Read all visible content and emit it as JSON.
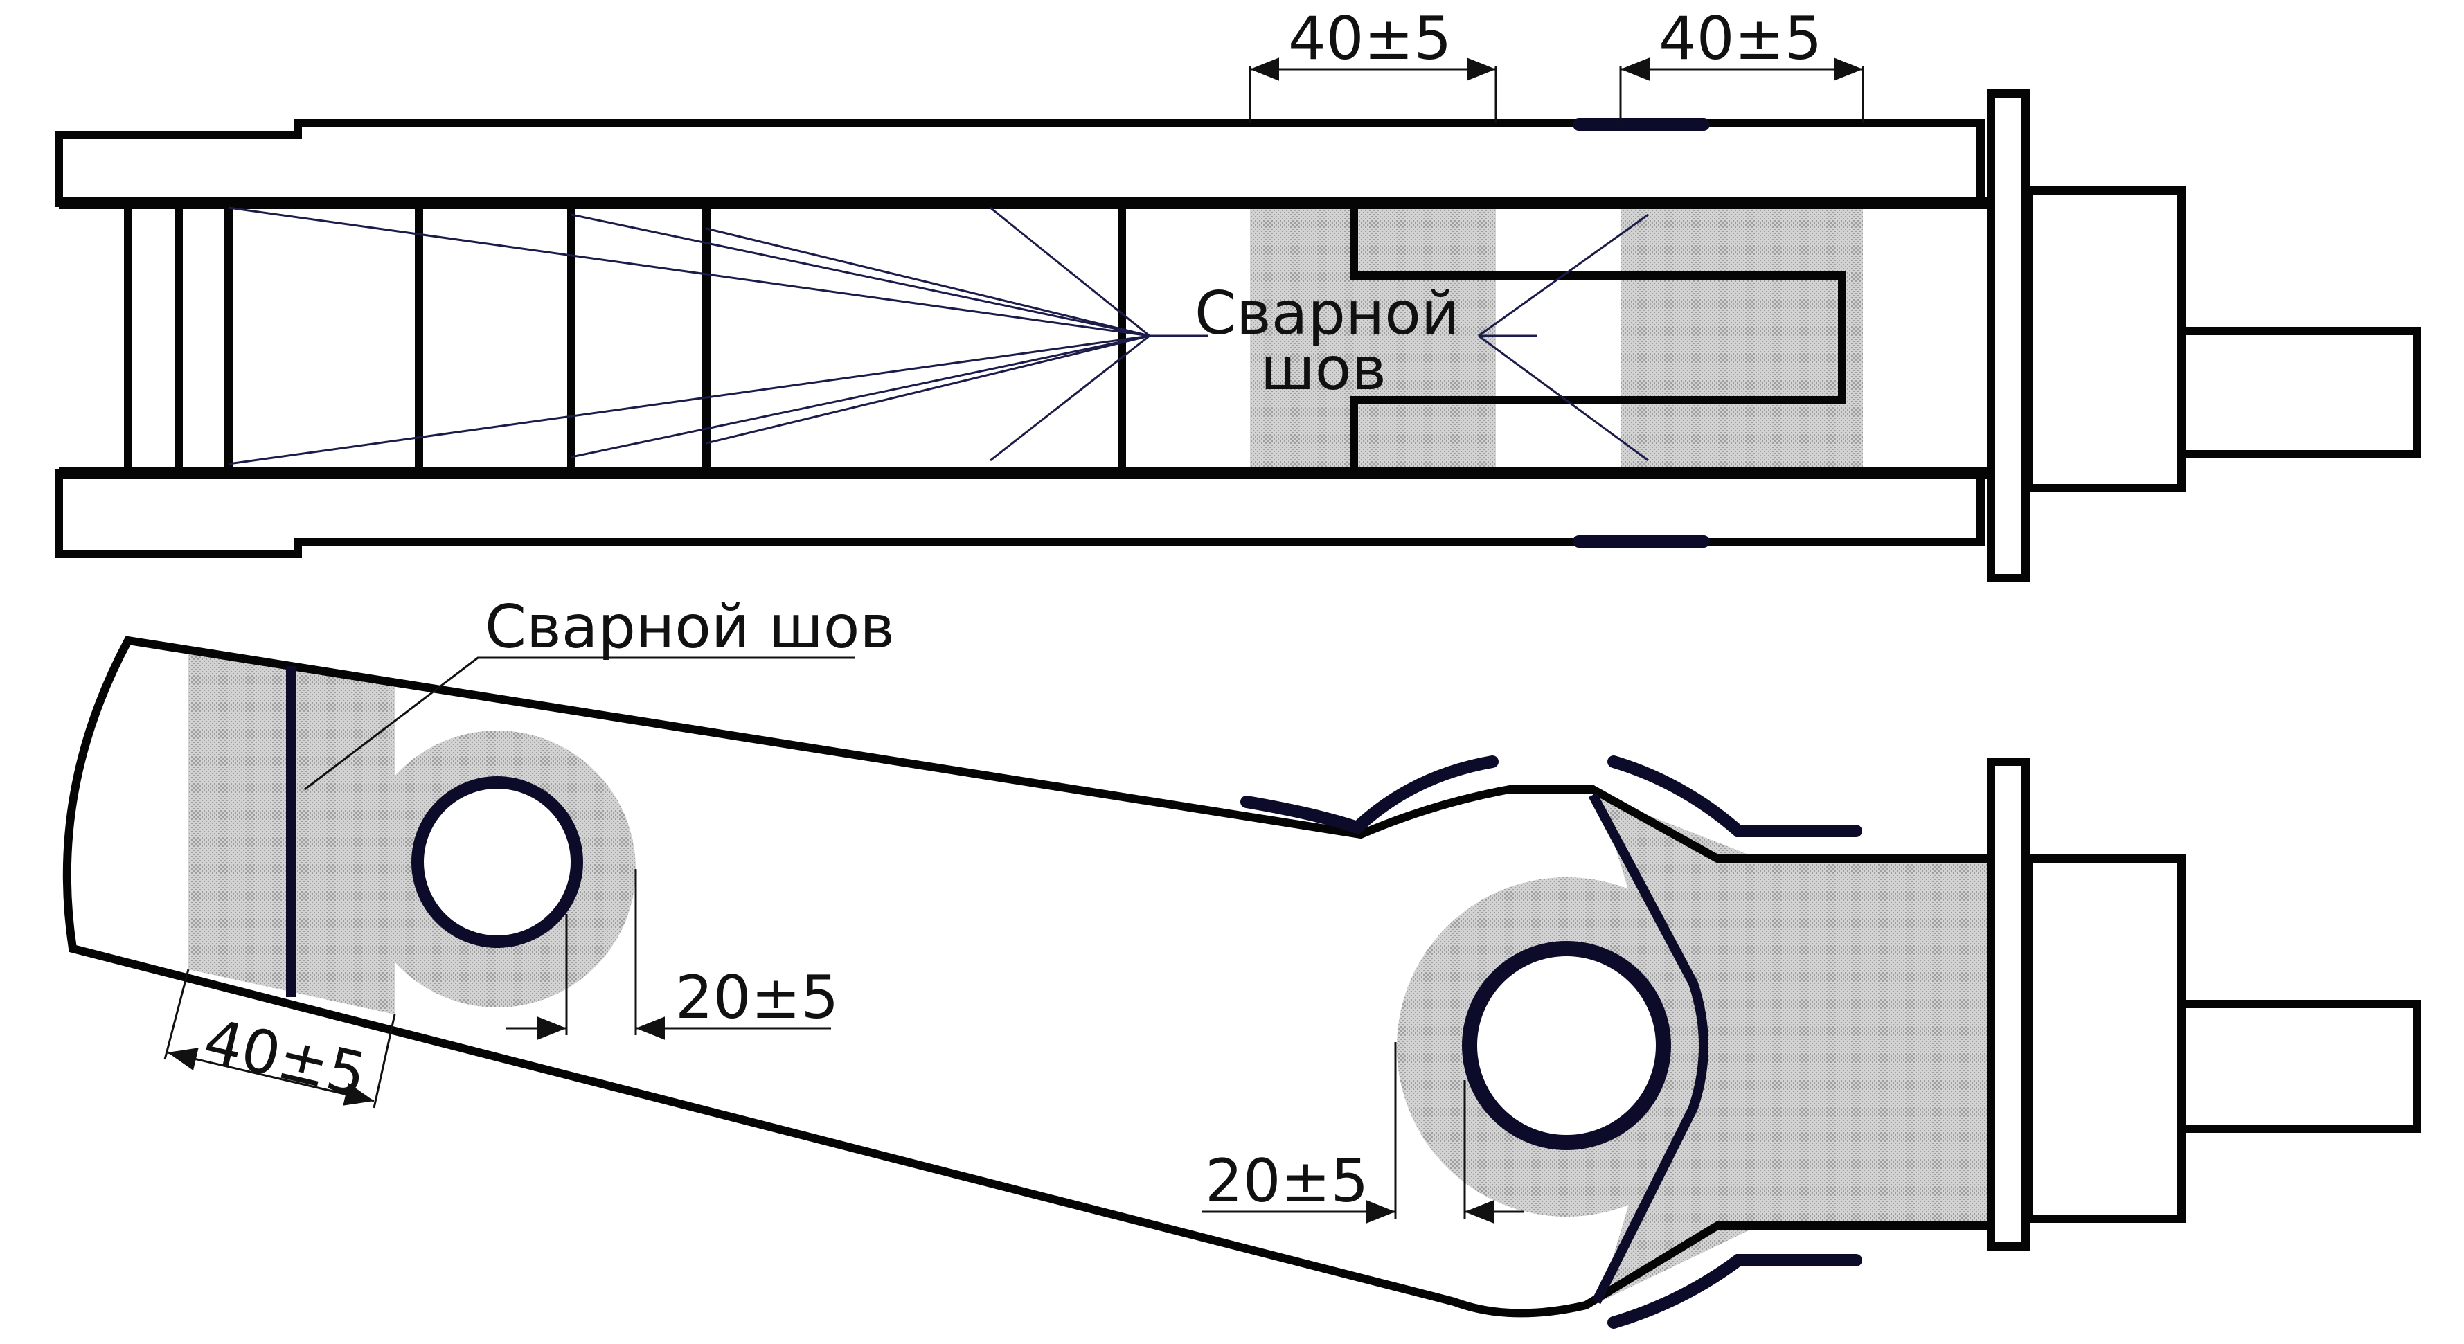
{
  "top_view": {
    "weld_label_line1": "Сварной",
    "weld_label_line2": "шов",
    "dim_left": "40±5",
    "dim_right": "40±5"
  },
  "side_view": {
    "weld_label": "Сварной шов",
    "dim_tip": "40±5",
    "dim_hole_left": "20±5",
    "dim_hole_right": "20±5"
  },
  "colors": {
    "outline": "#050505",
    "weld_line": "#1c1c4a",
    "hatch_zone": "#c8c8c8",
    "hatch_dot": "#a8a8a8"
  }
}
